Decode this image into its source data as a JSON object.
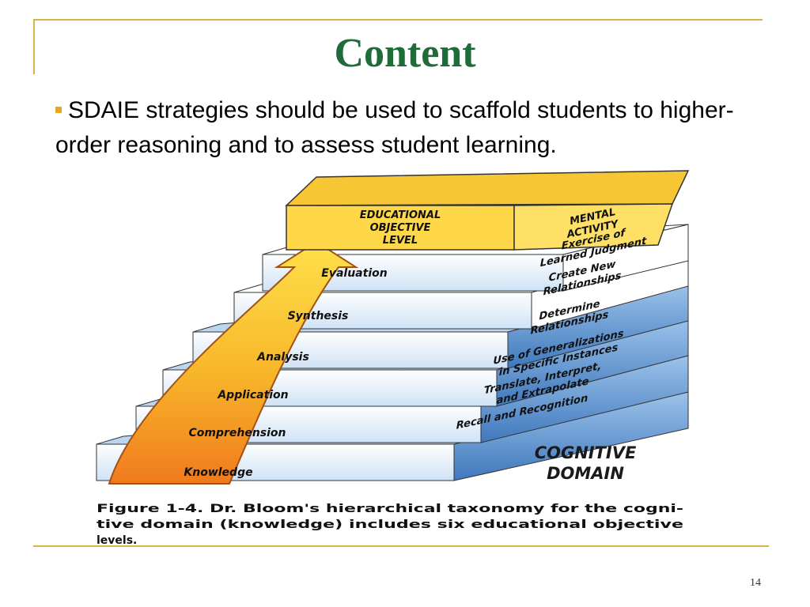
{
  "slide": {
    "title": "Content",
    "bullet": "SDAIE strategies should be used to scaffold students to higher-order reasoning and to assess student learning.",
    "page_number": "14"
  },
  "figure": {
    "header_left": [
      "EDUCATIONAL",
      "OBJECTIVE",
      "LEVEL"
    ],
    "header_right": [
      "MENTAL",
      "ACTIVITY"
    ],
    "levels": [
      "Evaluation",
      "Synthesis",
      "Analysis",
      "Application",
      "Comprehension",
      "Knowledge"
    ],
    "activities": [
      [
        "Exercise of",
        "Learned Judgment"
      ],
      [
        "Create New",
        "Relationships"
      ],
      [
        "Determine",
        "Relationships"
      ],
      [
        "Use of Generalizations",
        "in Specific Instances"
      ],
      [
        "Translate, Interpret,",
        "and Extrapolate"
      ],
      [
        "Recall and Recognition"
      ]
    ],
    "domain_label": [
      "COGNITIVE",
      "DOMAIN"
    ],
    "caption": [
      "Figure 1-4. Dr. Bloom's hierarchical taxonomy for the cogni-",
      "tive domain (knowledge) includes six educational objective",
      "levels."
    ]
  },
  "colors": {
    "title": "#1f6b3a",
    "bullet": "#e5a823",
    "frame": "#d9b24a",
    "arrow_top": "#ffe14a",
    "arrow_bottom": "#f07a1e",
    "step_blue": "#4f86c6",
    "step_light": "#eaf3fb"
  }
}
